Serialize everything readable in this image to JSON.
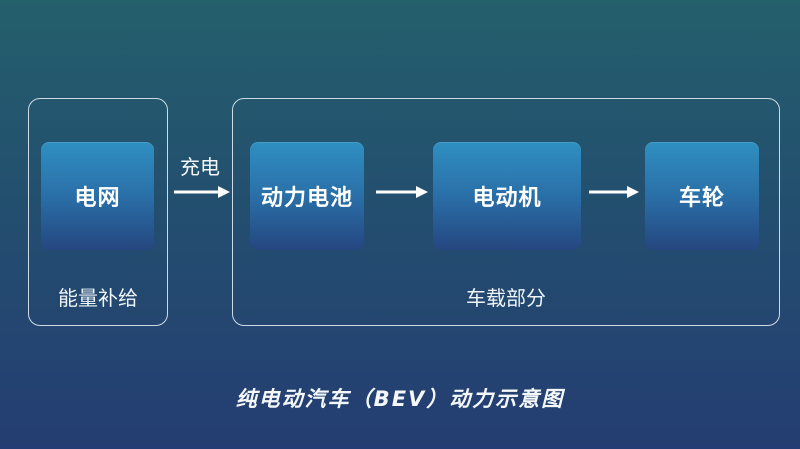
{
  "diagram": {
    "groups": {
      "supply": {
        "label": "能量补给"
      },
      "onboard": {
        "label": "车载部分"
      }
    },
    "nodes": {
      "grid": "电网",
      "battery": "动力电池",
      "motor": "电动机",
      "wheel": "车轮"
    },
    "edges": {
      "charge_label": "充电"
    },
    "caption": "纯电动汽车（BEV）动力示意图"
  },
  "colors": {
    "background_top": "#245f6c",
    "background_bottom": "#243d72",
    "node_top": "#2f8fc1",
    "node_bottom": "#25467f",
    "arrow": "#ffffff"
  }
}
